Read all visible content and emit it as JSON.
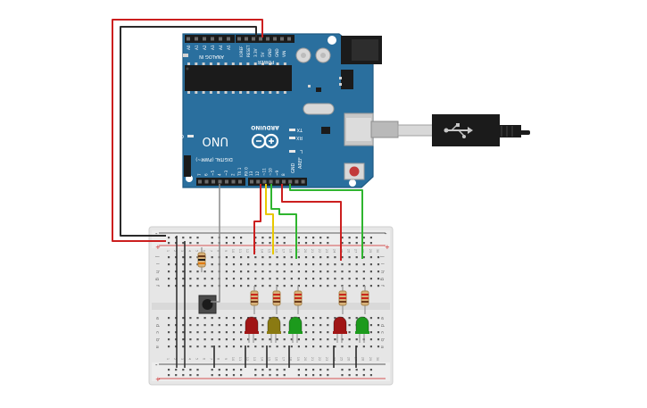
{
  "arduino": {
    "logo_text": "UNO",
    "brand_text": "ARDUINO",
    "label_analog_in": "ANALOG IN",
    "label_power": "POWER",
    "label_digital": "DIGITAL (PWM~)",
    "label_tx": "TX",
    "label_rx": "RX",
    "label_on": "ON",
    "label_l": "L",
    "label_aref": "AREF",
    "label_gnd": "GND",
    "analog_pins": [
      "A0",
      "A1",
      "A2",
      "A3",
      "A4",
      "A5"
    ],
    "power_pins": [
      "IOREF",
      "RESET",
      "3.3V",
      "5V",
      "GND",
      "GND",
      "VIN"
    ],
    "digital_pins_left": [
      "7",
      "6",
      "~5",
      "4",
      "~3",
      "2",
      "TX 1",
      "RX 0"
    ],
    "digital_pins_right": [
      "13",
      "12",
      "~11",
      "~10",
      "~9",
      "8"
    ]
  },
  "breadboard": {
    "row_letters": [
      "j",
      "i",
      "h",
      "g",
      "f",
      "e",
      "d",
      "c",
      "b",
      "a"
    ],
    "rail_plus": "+",
    "rail_minus": "-",
    "column_numbers": [
      "1",
      "2",
      "3",
      "4",
      "5",
      "6",
      "7",
      "8",
      "9",
      "10",
      "11",
      "12",
      "13",
      "14",
      "15",
      "16",
      "17",
      "18",
      "19",
      "20",
      "21",
      "22",
      "23",
      "24",
      "25",
      "26",
      "27",
      "28",
      "29",
      "30"
    ]
  },
  "leds": [
    {
      "color": "#a01515",
      "name": "red"
    },
    {
      "color": "#8a7a12",
      "name": "yellow"
    },
    {
      "color": "#1c9a1c",
      "name": "green"
    },
    {
      "color": "#a01515",
      "name": "red"
    },
    {
      "color": "#1c9a1c",
      "name": "green"
    }
  ],
  "colors": {
    "board": "#2a6f9e",
    "board_edge": "#1f5a83",
    "wire_red": "#cc1f1f",
    "wire_black": "#2a2a2a",
    "wire_yellow": "#e8c800",
    "wire_green": "#2fb52f",
    "wire_gray": "#8a8a8a",
    "breadboard": "#e6e6e6"
  }
}
